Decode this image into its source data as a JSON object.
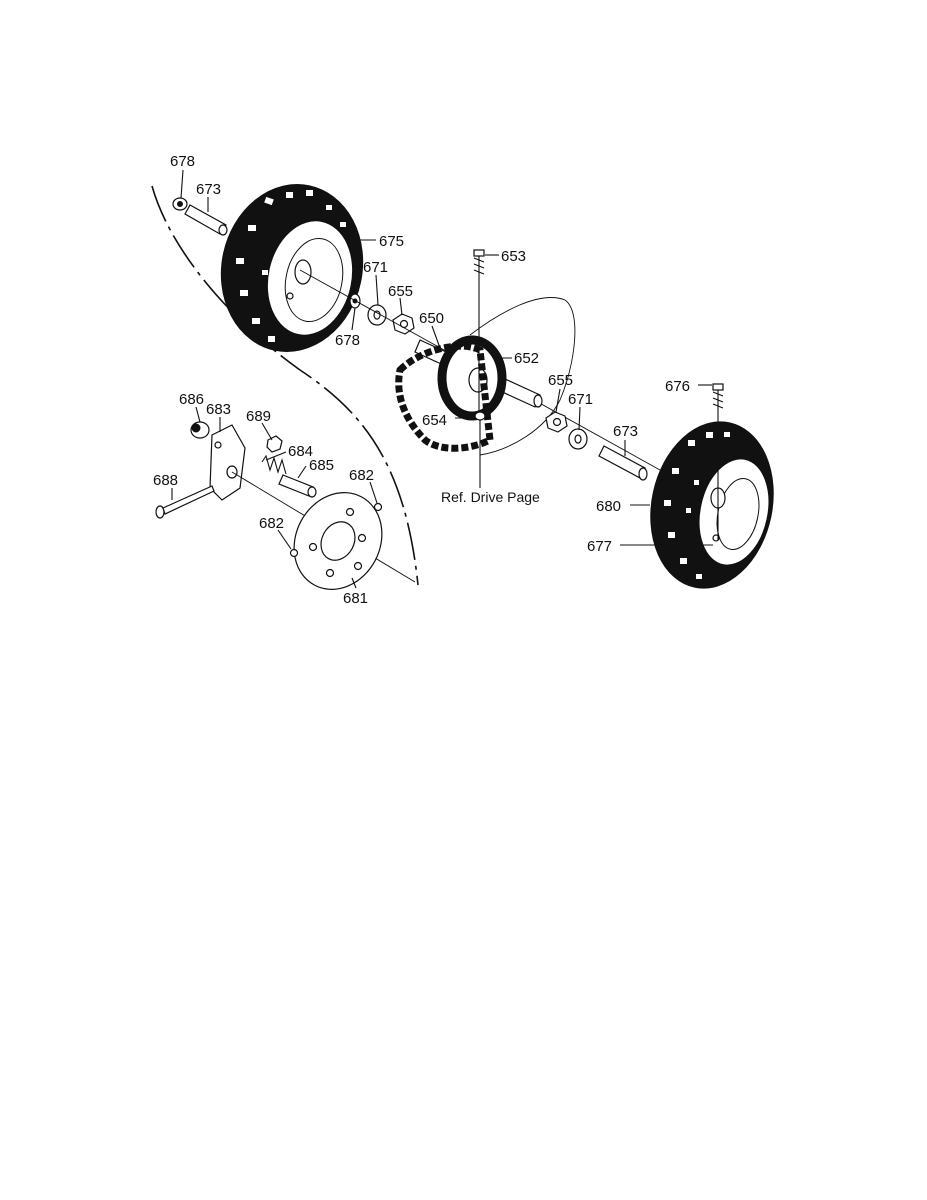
{
  "diagram": {
    "part_labels": [
      "678",
      "673",
      "675",
      "671",
      "655",
      "678",
      "650",
      "653",
      "652",
      "655",
      "671",
      "654",
      "676",
      "673",
      "680",
      "677",
      "686",
      "683",
      "689",
      "684",
      "685",
      "682",
      "688",
      "682",
      "681"
    ],
    "reference_note": "Ref. Drive Page"
  }
}
